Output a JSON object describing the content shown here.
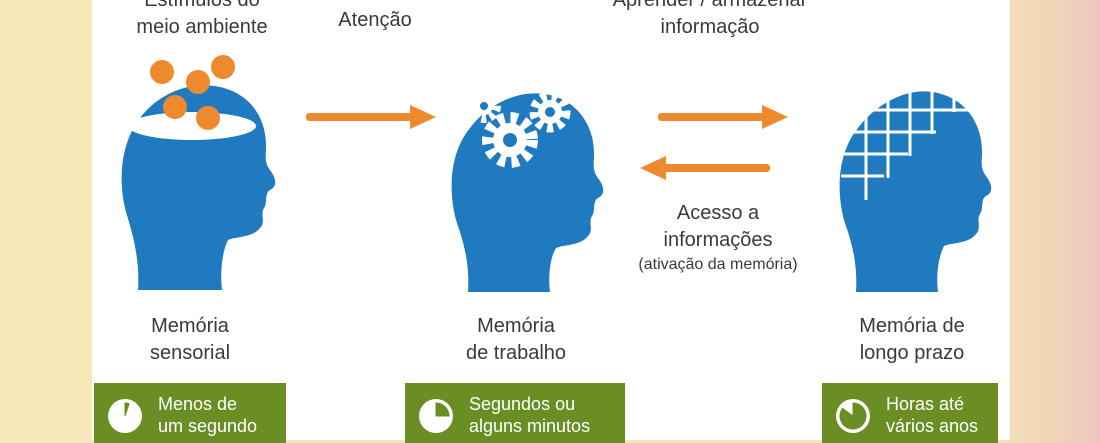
{
  "top_labels": {
    "stimuli": [
      "Estímulos do",
      "meio ambiente"
    ],
    "attention": "Atenção",
    "learn": [
      "Aprender / armazenar",
      "informação"
    ]
  },
  "access_label": {
    "line1": "Acesso a",
    "line2": "informações",
    "line3": "(ativação da memória)"
  },
  "memories": [
    {
      "line1": "Memória",
      "line2": "sensorial"
    },
    {
      "line1": "Memória",
      "line2": "de trabalho"
    },
    {
      "line1": "Memória de",
      "line2": "longo prazo"
    }
  ],
  "badges": [
    {
      "line1": "Menos de",
      "line2": "um segundo",
      "fraction": 0.05
    },
    {
      "line1": "Segundos ou",
      "line2": "alguns minutos",
      "fraction": 0.25
    },
    {
      "line1": "Horas até",
      "line2": "vários anos",
      "fraction": 0.85
    }
  ],
  "colors": {
    "head": "#1f7ac0",
    "arrow": "#ee8a2e",
    "dot": "#ee8a2e",
    "badge": "#6a8e23"
  }
}
